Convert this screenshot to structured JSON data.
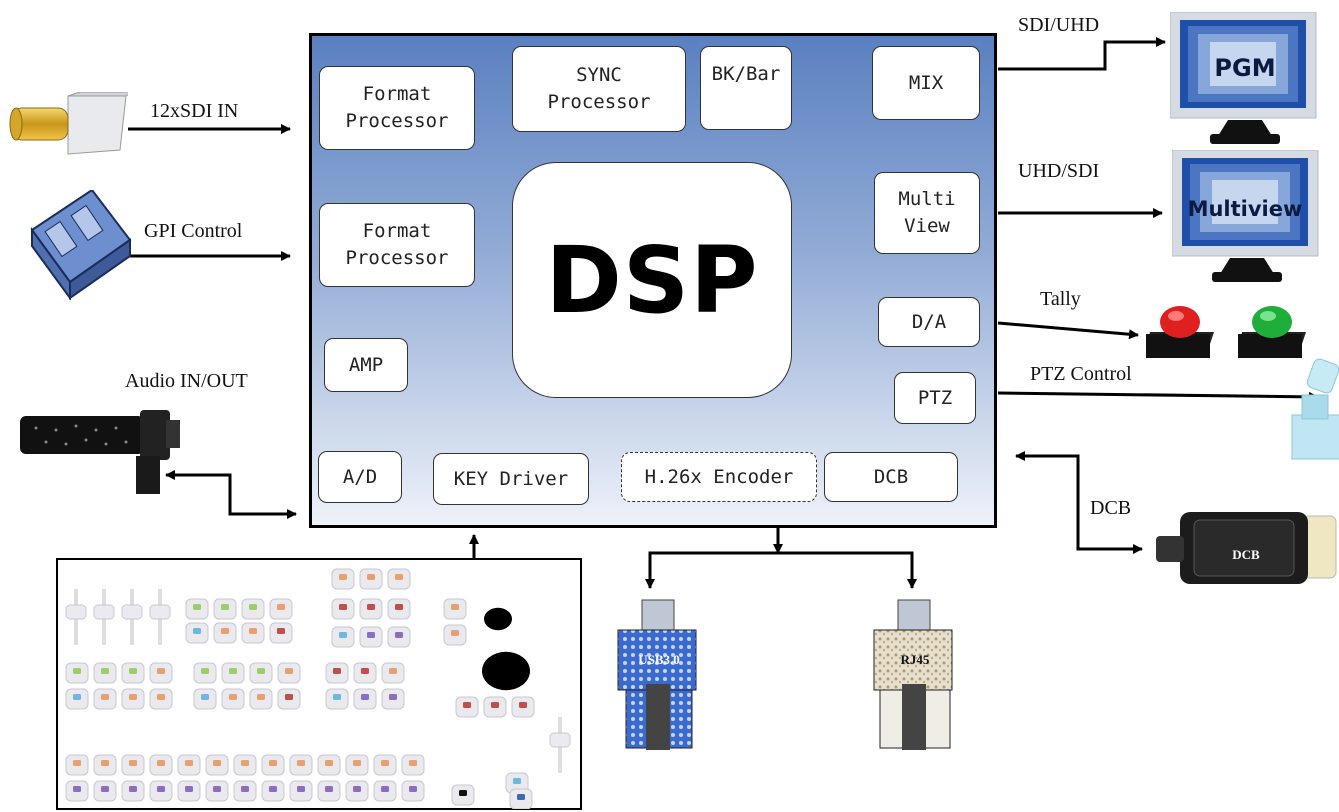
{
  "dsp_block": {
    "core_label": "DSP",
    "modules": {
      "format_processor_1": "Format\nProcessor",
      "format_processor_2": "Format\nProcessor",
      "sync_processor": "SYNC\nProcessor",
      "bk_bar": "BK/Bar",
      "mix": "MIX",
      "multi_view": "Multi\nView",
      "da": "D/A",
      "ptz": "PTZ",
      "amp": "AMP",
      "ad": "A/D",
      "key_driver": "KEY Driver",
      "h26x_encoder": "H.26x Encoder",
      "dcb": "DCB"
    }
  },
  "inputs": {
    "sdi_in": "12xSDI IN",
    "gpi_control": "GPI Control",
    "audio_io": "Audio IN/OUT"
  },
  "outputs": {
    "sdi_uhd": "SDI/UHD",
    "uhd_sdi": "UHD/SDI",
    "tally": "Tally",
    "ptz_control": "PTZ Control",
    "dcb": "DCB"
  },
  "devices": {
    "pgm_monitor": "PGM",
    "multiview_monitor": "Multiview",
    "usb_port": "USB3.0",
    "rj45_port": "RJ45",
    "dcb_device": "DCB"
  },
  "colors": {
    "dsp_gradient_top": "#5a80c0",
    "dsp_gradient_bottom": "#eef2f9",
    "tally_red": "#e0201e",
    "tally_green": "#1fae3a"
  }
}
